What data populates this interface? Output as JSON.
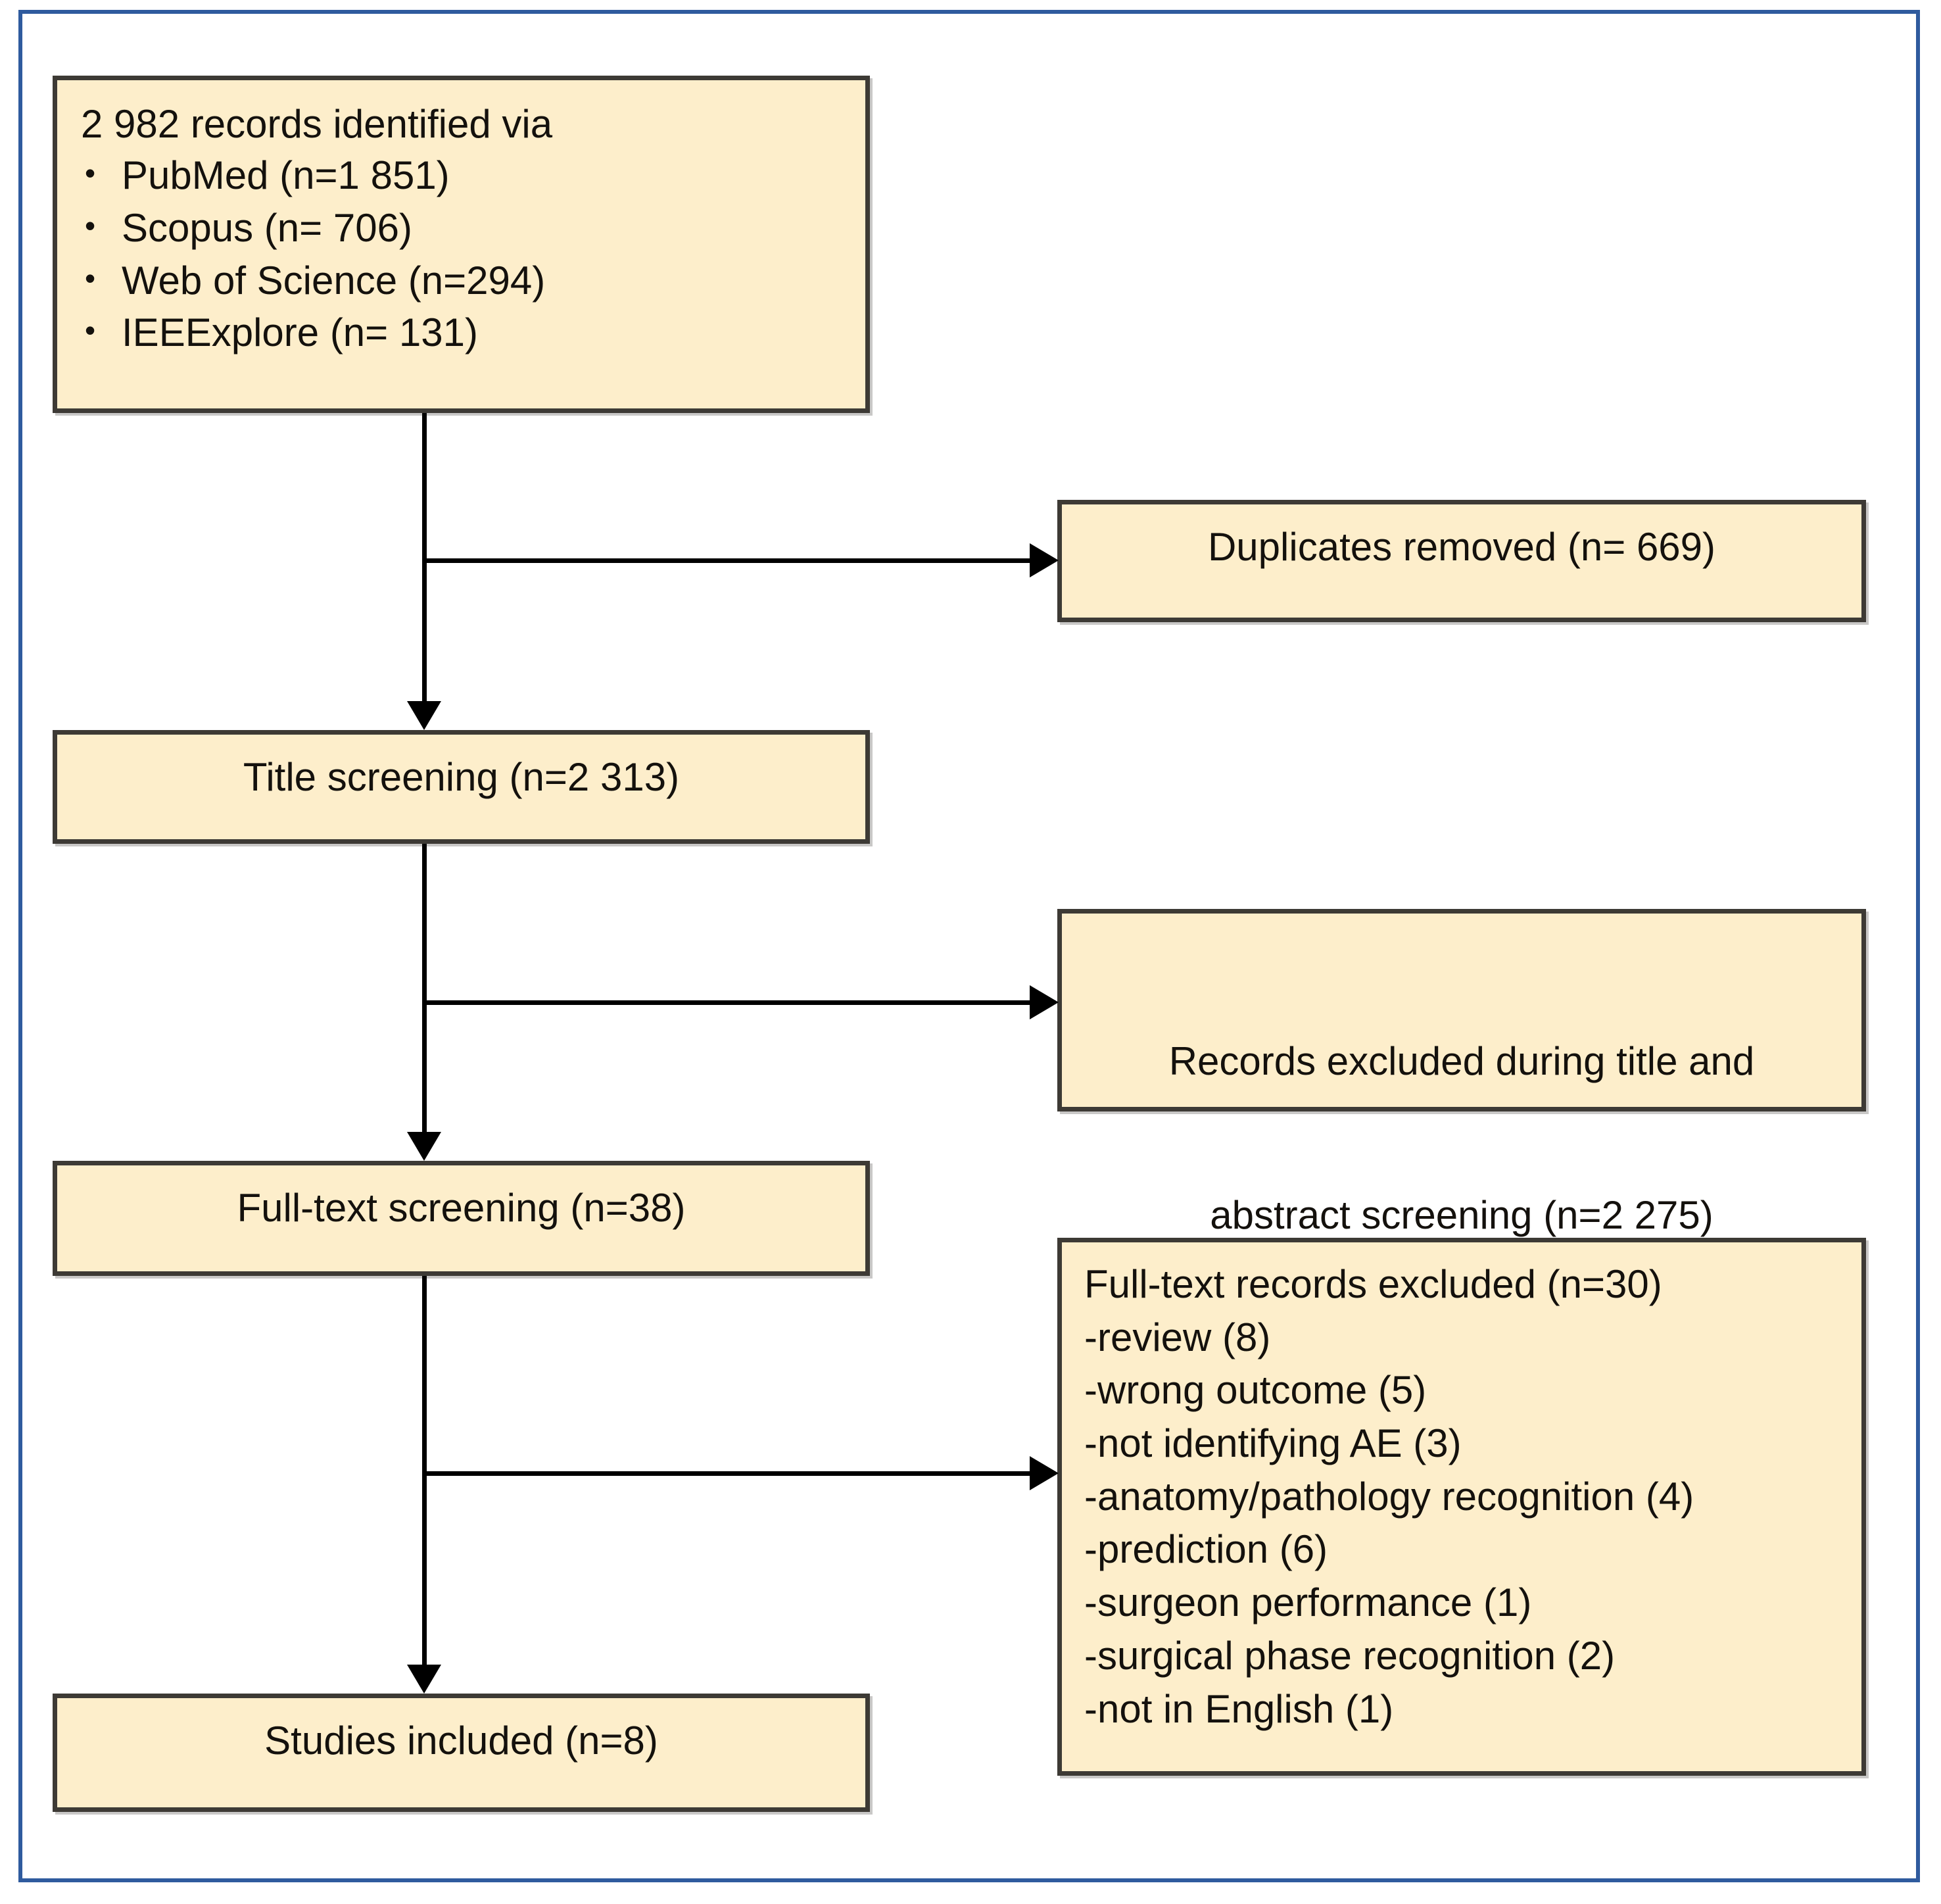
{
  "diagram": {
    "type": "prisma-flow-diagram",
    "frame_color": "#2f5b9e",
    "box_fill_color": "#fdeecb",
    "box_border_color": "#3d3a35",
    "connector_color": "#000000"
  },
  "boxes": {
    "identified": {
      "heading": "2 982 records identified via",
      "sources": [
        "PubMed (n=1 851)",
        "Scopus (n= 706)",
        "Web of Science (n=294)",
        "IEEExplore (n= 131)"
      ]
    },
    "duplicates_removed": {
      "text": "Duplicates removed (n= 669)"
    },
    "title_screening": {
      "text": "Title screening (n=2 313)"
    },
    "records_excluded": {
      "line1": "Records excluded during title and",
      "line2": "abstract screening (n=2 275)"
    },
    "fulltext_screening": {
      "text": "Full-text screening (n=38)"
    },
    "fulltext_excluded": {
      "heading": "Full-text records excluded (n=30)",
      "reasons": [
        "-review (8)",
        "-wrong outcome (5)",
        "-not identifying AE (3)",
        "-anatomy/pathology recognition (4)",
        "-prediction (6)",
        "-surgeon performance (1)",
        "-surgical phase recognition (2)",
        "-not in English (1)"
      ]
    },
    "studies_included": {
      "text": "Studies included (n=8)"
    }
  },
  "chart_data": {
    "type": "table",
    "title": "PRISMA study selection flow",
    "stages": [
      {
        "label": "Records identified (total)",
        "value": 2982
      },
      {
        "label": "PubMed",
        "value": 1851
      },
      {
        "label": "Scopus",
        "value": 706
      },
      {
        "label": "Web of Science",
        "value": 294
      },
      {
        "label": "IEEExplore",
        "value": 131
      },
      {
        "label": "Duplicates removed",
        "value": 669
      },
      {
        "label": "Title screening",
        "value": 2313
      },
      {
        "label": "Records excluded during title and abstract screening",
        "value": 2275
      },
      {
        "label": "Full-text screening",
        "value": 38
      },
      {
        "label": "Full-text records excluded",
        "value": 30
      },
      {
        "label": "Excluded: review",
        "value": 8
      },
      {
        "label": "Excluded: wrong outcome",
        "value": 5
      },
      {
        "label": "Excluded: not identifying AE",
        "value": 3
      },
      {
        "label": "Excluded: anatomy/pathology recognition",
        "value": 4
      },
      {
        "label": "Excluded: prediction",
        "value": 6
      },
      {
        "label": "Excluded: surgeon performance",
        "value": 1
      },
      {
        "label": "Excluded: surgical phase recognition",
        "value": 2
      },
      {
        "label": "Excluded: not in English",
        "value": 1
      },
      {
        "label": "Studies included",
        "value": 8
      }
    ]
  }
}
